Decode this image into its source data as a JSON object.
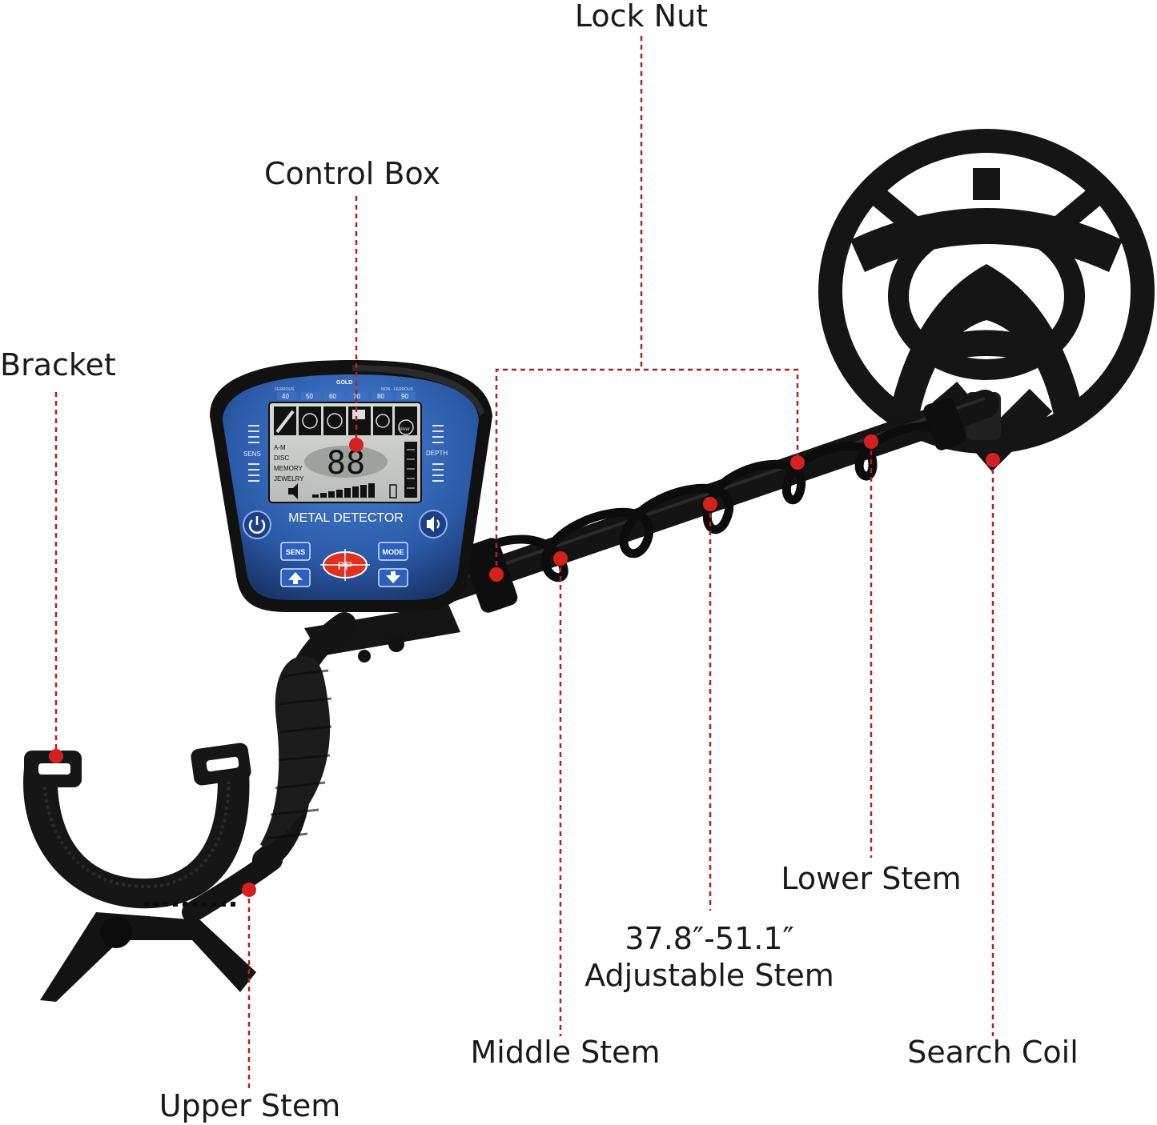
{
  "labels": {
    "lock_nut": "Lock Nut",
    "control_box": "Control Box",
    "bracket": "Bracket",
    "lower_stem": "Lower Stem",
    "adjustable_range": "37.8″-51.1″",
    "adjustable_stem": "Adjustable Stem",
    "middle_stem": "Middle Stem",
    "search_coil": "Search Coil",
    "upper_stem": "Upper Stem"
  },
  "control_panel": {
    "gold": "GOLD",
    "ferrous": "FERROUS",
    "non_ferrous": "NON - FERROUS",
    "scale": [
      "40",
      "50",
      "60",
      "70",
      "80",
      "90"
    ],
    "sens": "SENS",
    "depth": "DEPTH",
    "modes": [
      "A-M",
      "DISC",
      "MEMORY",
      "JEWELRY"
    ],
    "display_digits": "88",
    "silver": "Silver",
    "title": "METAL DETECTOR",
    "sens_button": "SENS",
    "mode_button": "MODE",
    "pp_button": "PP"
  },
  "colors": {
    "marker": "#d42020",
    "leader": "#b02020",
    "panel_blue": "#2f63b8",
    "body": "#121212"
  }
}
